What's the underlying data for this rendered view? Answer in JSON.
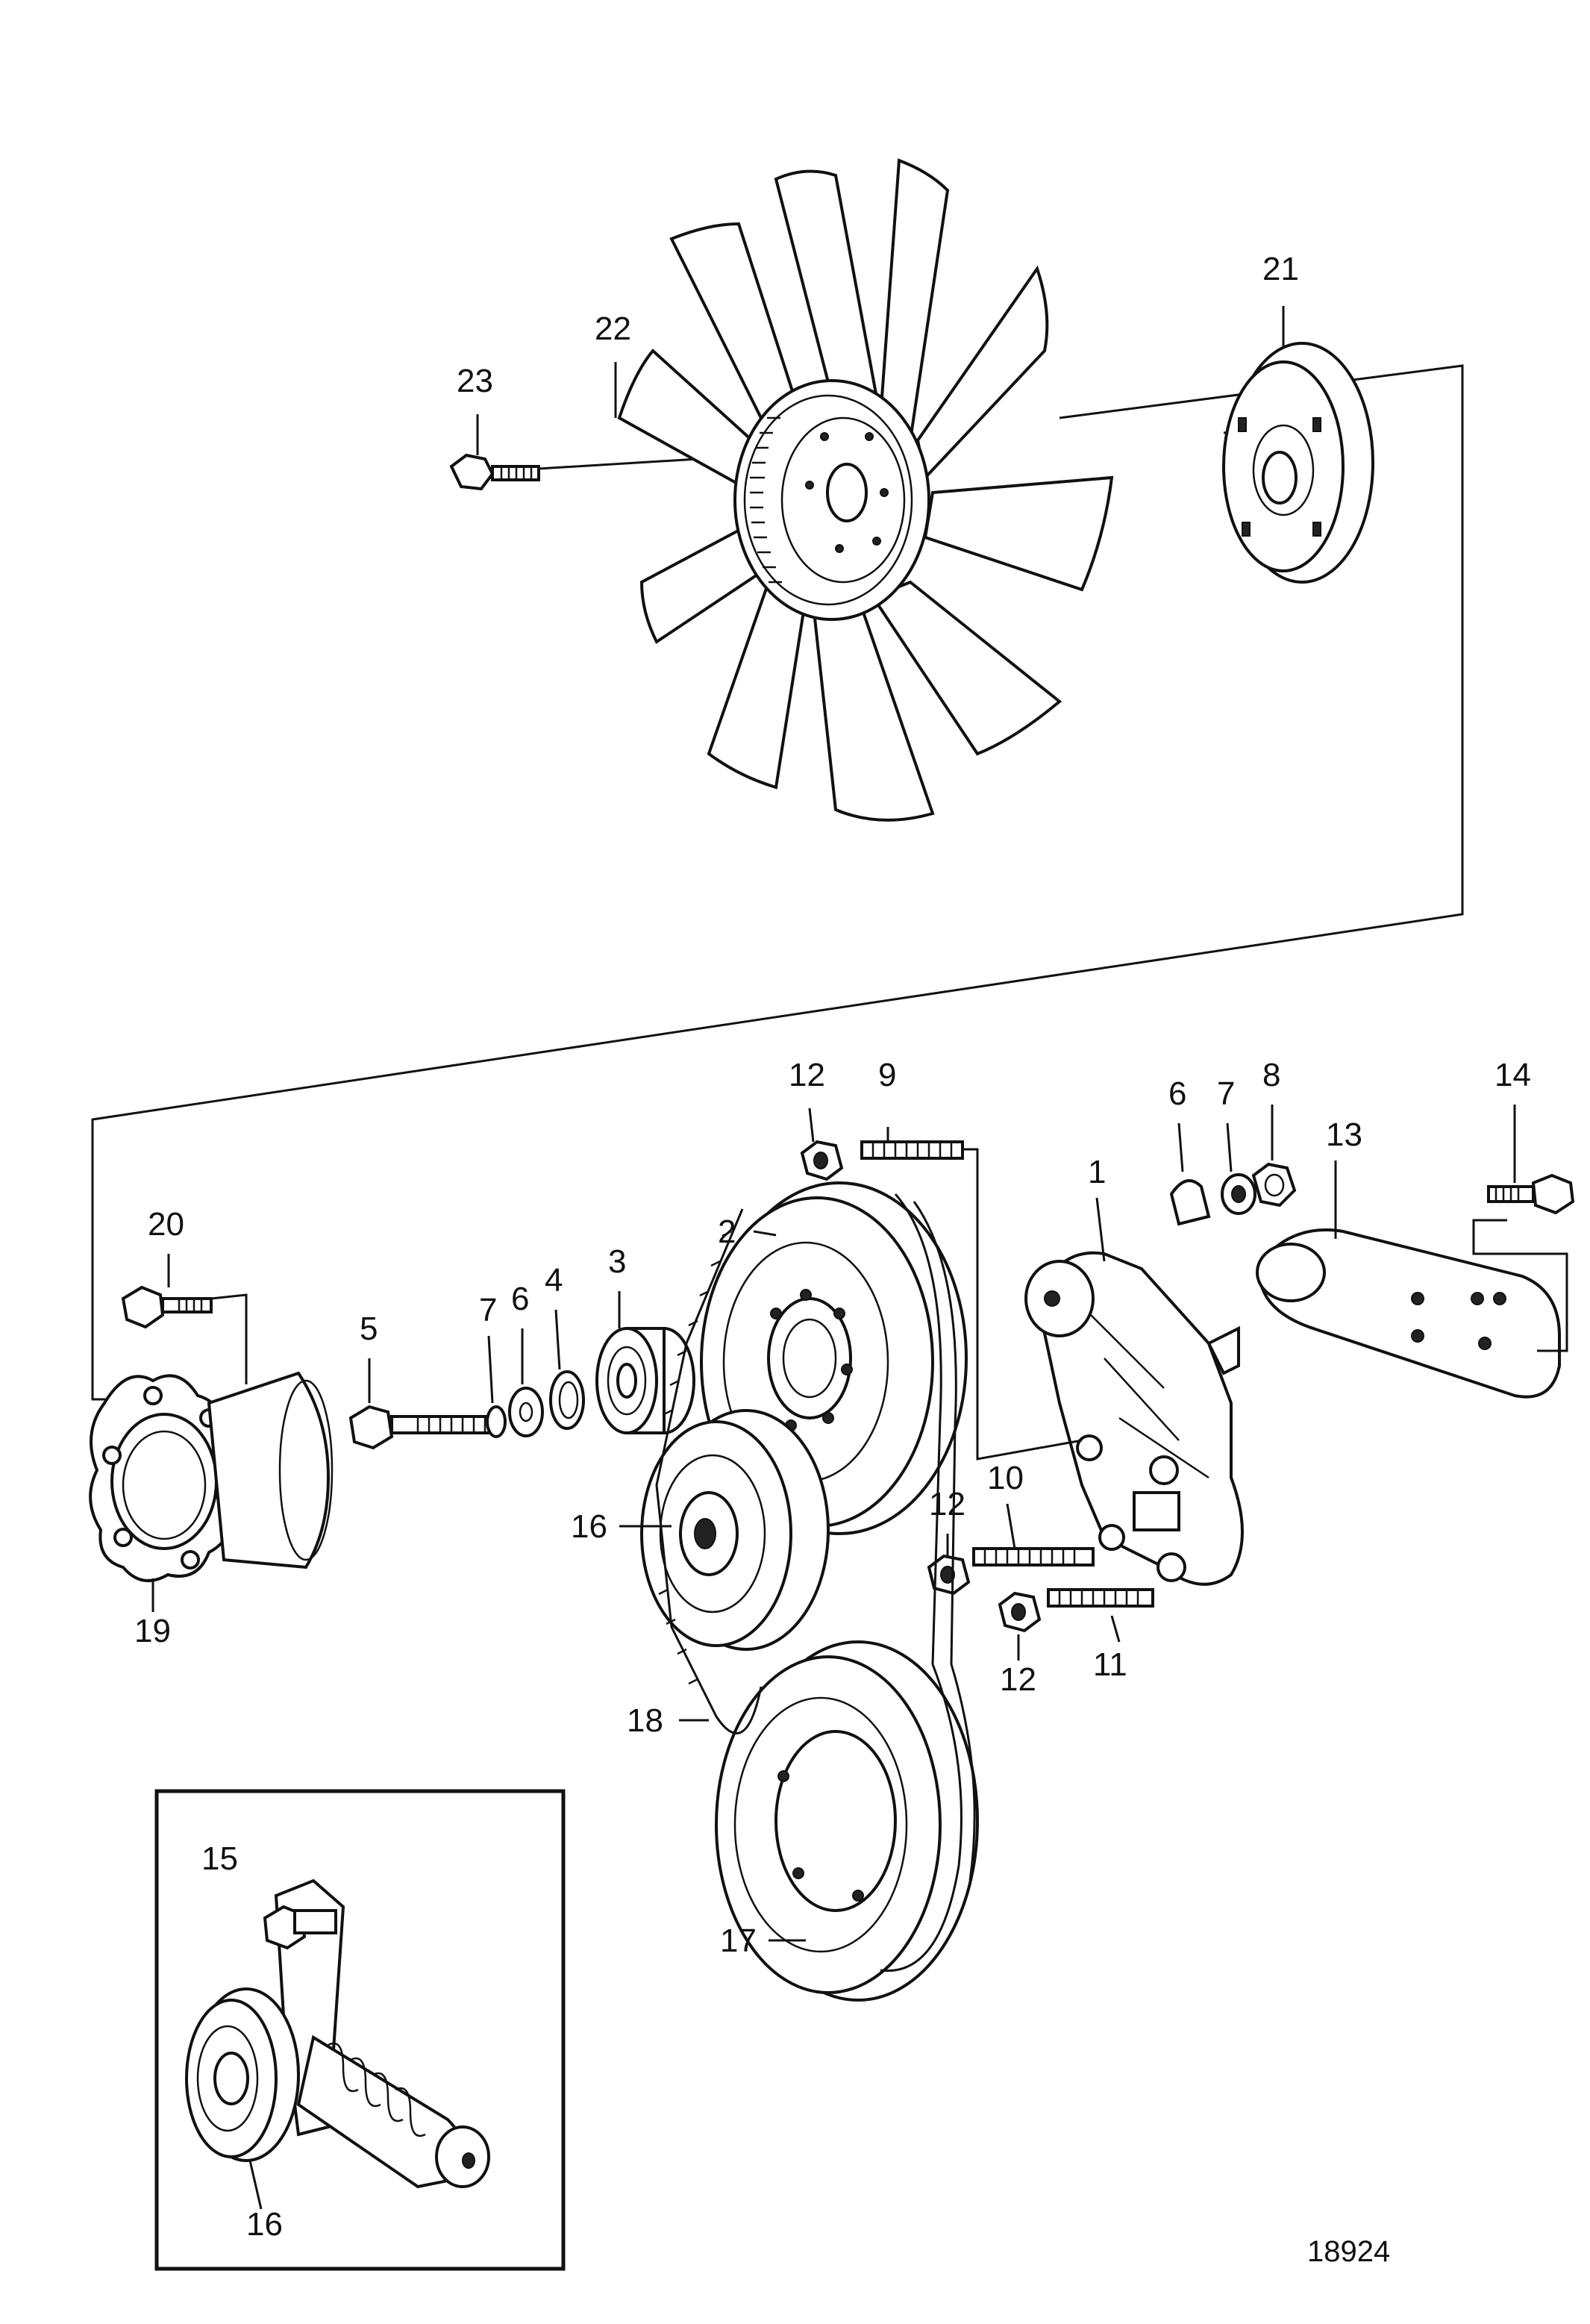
{
  "drawing_number": "18924",
  "callouts": {
    "c1": "1",
    "c2": "2",
    "c3": "3",
    "c4": "4",
    "c5": "5",
    "c6a": "6",
    "c6b": "6",
    "c7a": "7",
    "c7b": "7",
    "c8": "8",
    "c9": "9",
    "c10": "10",
    "c11": "11",
    "c12a": "12",
    "c12b": "12",
    "c12c": "12",
    "c13": "13",
    "c14": "14",
    "c15": "15",
    "c16a": "16",
    "c16b": "16",
    "c17": "17",
    "c18": "18",
    "c19": "19",
    "c20": "20",
    "c21": "21",
    "c22": "22",
    "c23": "23"
  }
}
